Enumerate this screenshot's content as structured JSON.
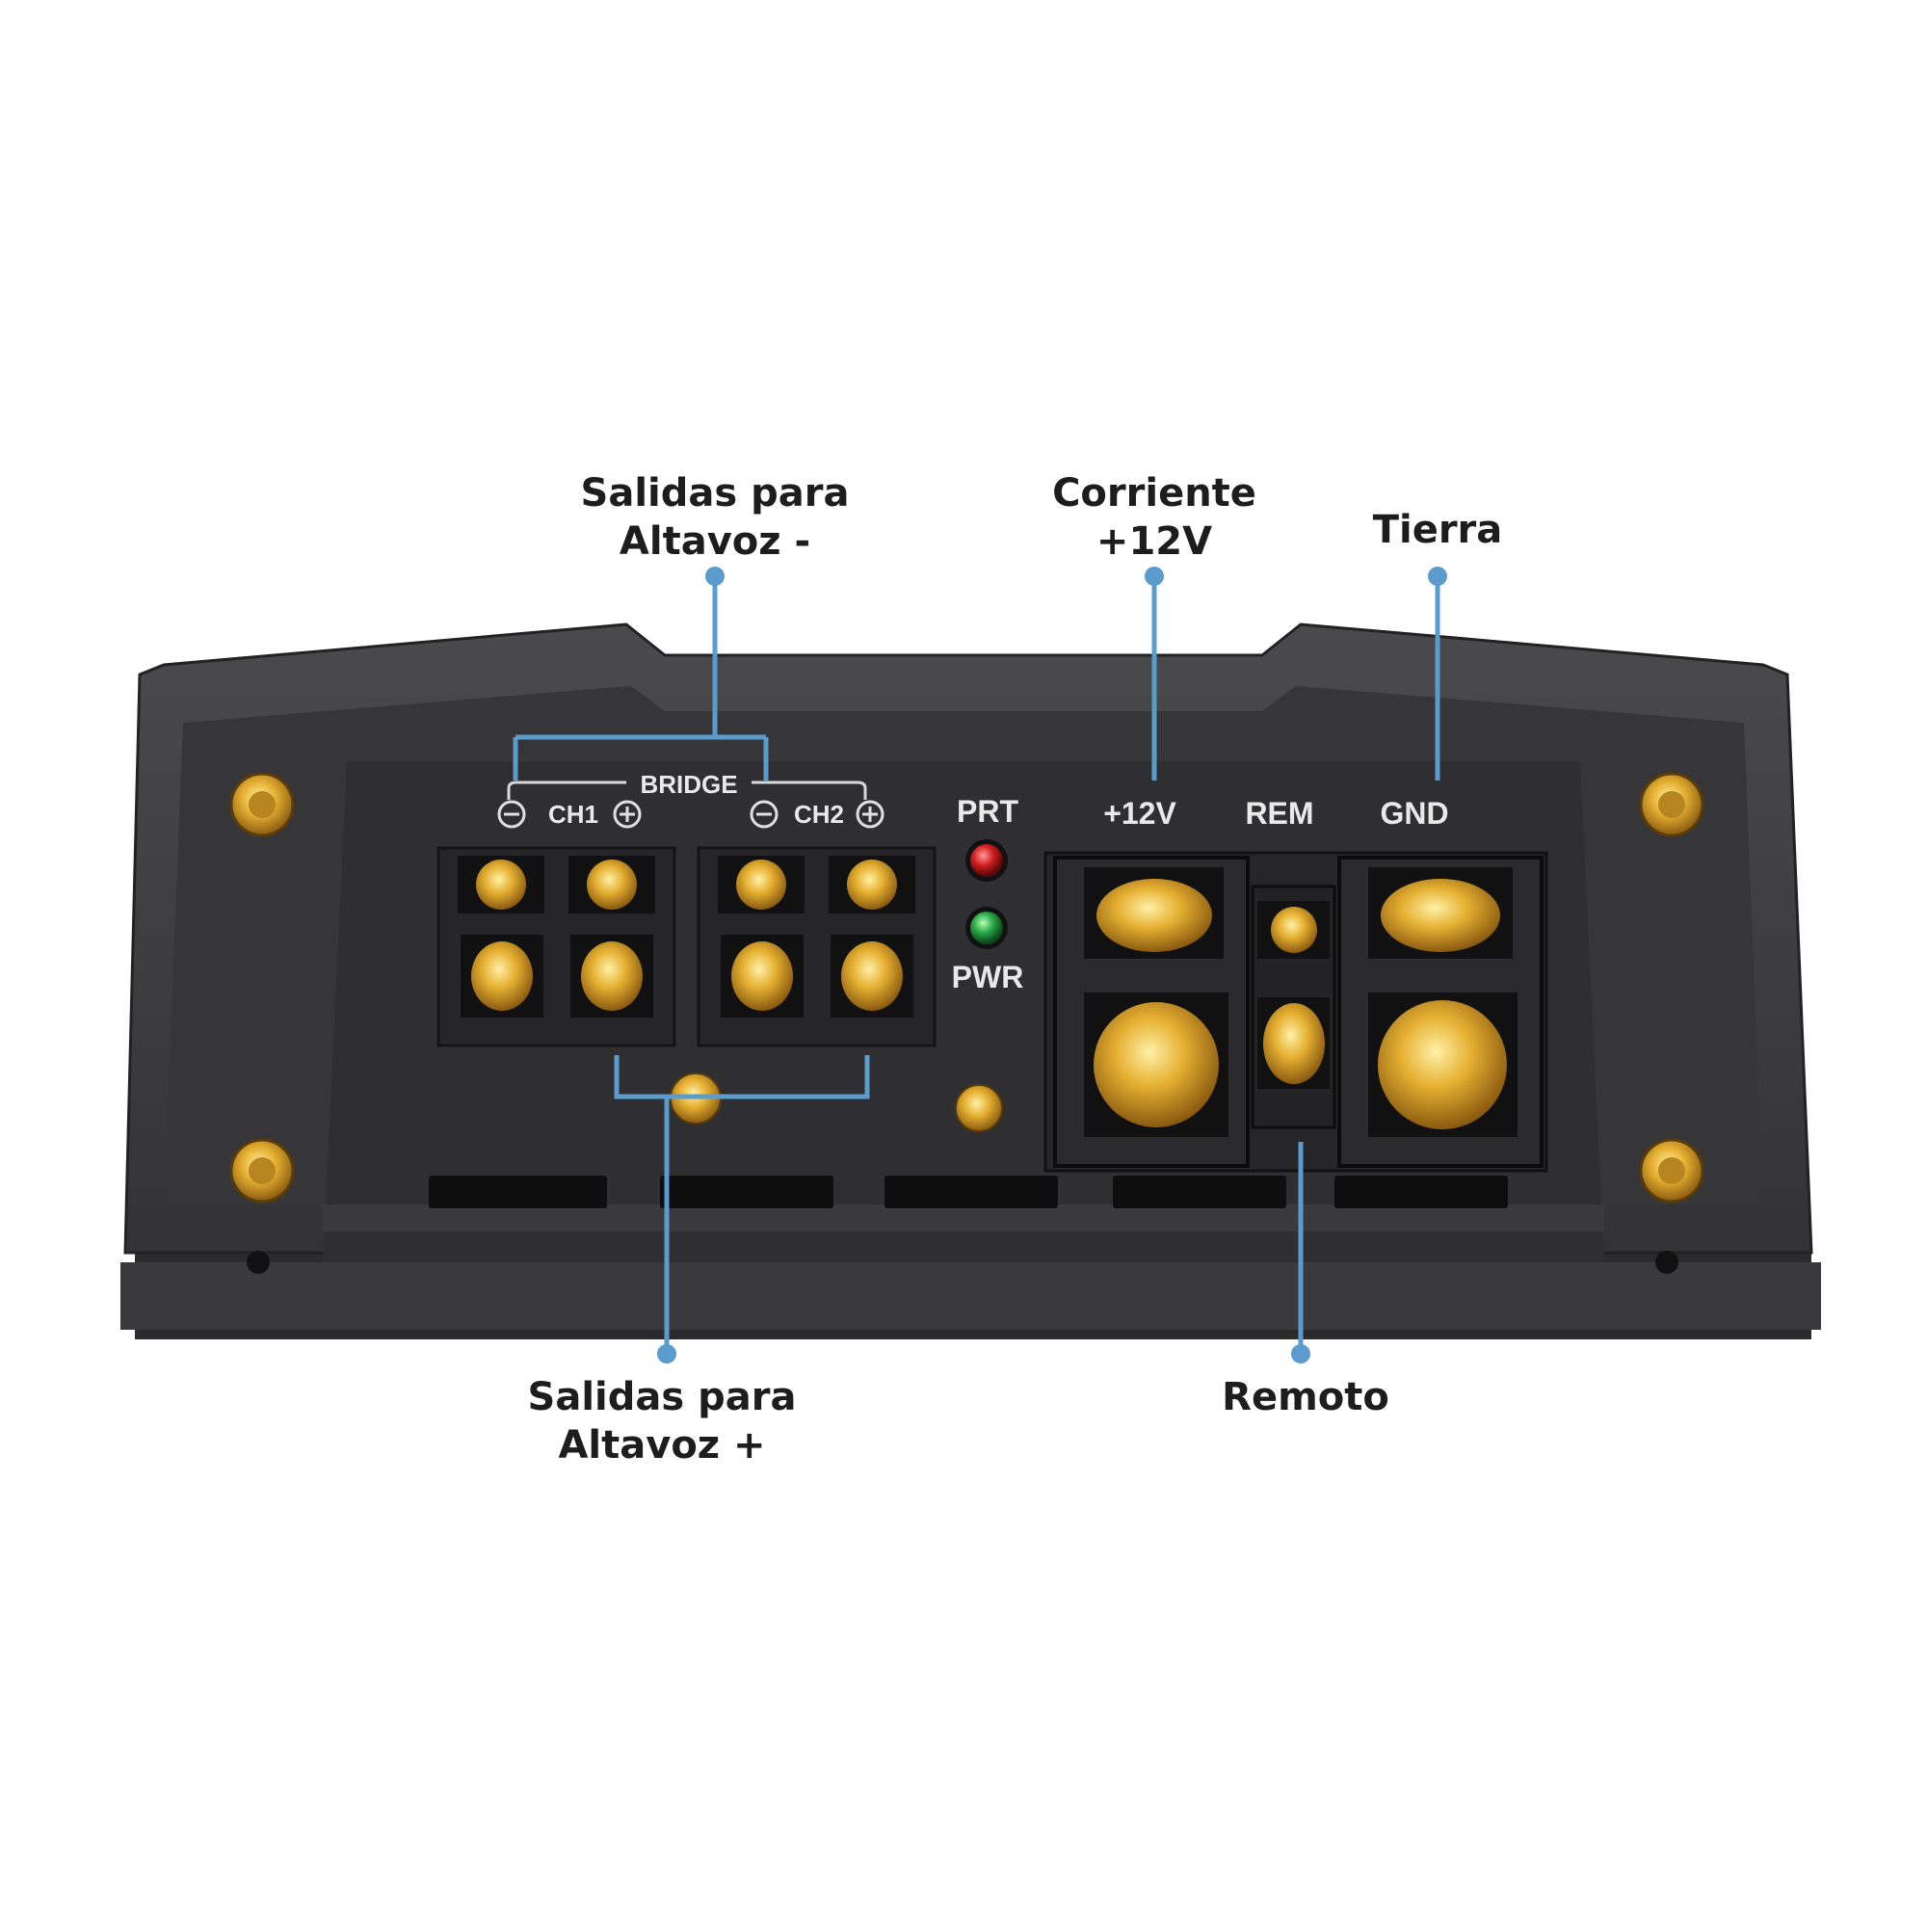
{
  "callouts": {
    "speaker_neg": {
      "line1": "Salidas para",
      "line2": "Altavoz -"
    },
    "power": {
      "line1": "Corriente",
      "line2": "+12V"
    },
    "ground": {
      "line1": "Tierra"
    },
    "speaker_pos": {
      "line1": "Salidas para",
      "line2": "Altavoz +"
    },
    "remote": {
      "line1": "Remoto"
    }
  },
  "panel_labels": {
    "bridge": "BRIDGE",
    "ch1": "CH1",
    "ch2": "CH2",
    "prt": "PRT",
    "pwr": "PWR",
    "plus12v": "+12V",
    "rem": "REM",
    "gnd": "GND"
  },
  "colors": {
    "callout_line": "#5b9bcd",
    "housing": "#3b3b3d",
    "panel": "#2f2f31",
    "terminal_block": "#262628",
    "gold": "#d9a528",
    "led_prt": "#d32020",
    "led_pwr": "#2aa84a"
  },
  "icons": {
    "minus": "minus-circle-icon",
    "plus": "plus-circle-icon"
  }
}
